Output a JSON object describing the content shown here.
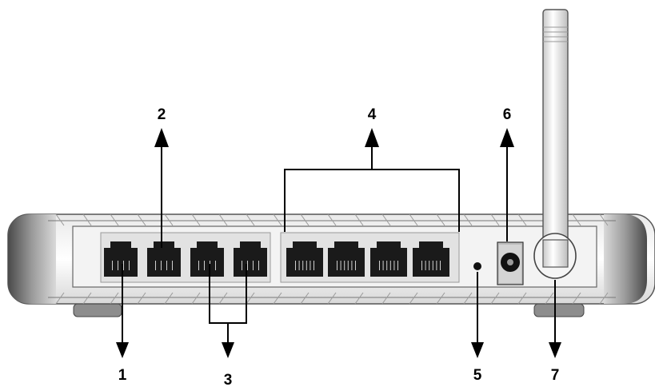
{
  "diagram": {
    "subject": "router-rear-panel",
    "callouts": [
      {
        "id": "1",
        "label": "1"
      },
      {
        "id": "2",
        "label": "2"
      },
      {
        "id": "3",
        "label": "3"
      },
      {
        "id": "4",
        "label": "4"
      },
      {
        "id": "5",
        "label": "5"
      },
      {
        "id": "6",
        "label": "6"
      },
      {
        "id": "7",
        "label": "7"
      }
    ],
    "phone_jacks": 4,
    "ethernet_ports": 4,
    "colors": {
      "ink": "#000000",
      "panel": "#f1f1f1",
      "panel_dark": "#6a6a6a",
      "port": "#1a1a1a"
    }
  }
}
